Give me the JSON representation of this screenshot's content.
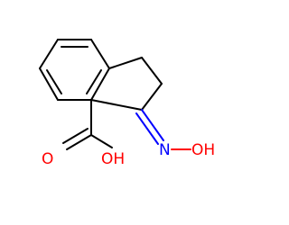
{
  "molecule": {
    "atoms": {
      "o_carbonyl": "O",
      "oh_acid": "OH",
      "n_oxime": "N",
      "oh_oxime": "OH"
    },
    "colors": {
      "carbon_bond": "#000000",
      "oxygen": "#ff0000",
      "nitrogen": "#0000ff"
    }
  }
}
